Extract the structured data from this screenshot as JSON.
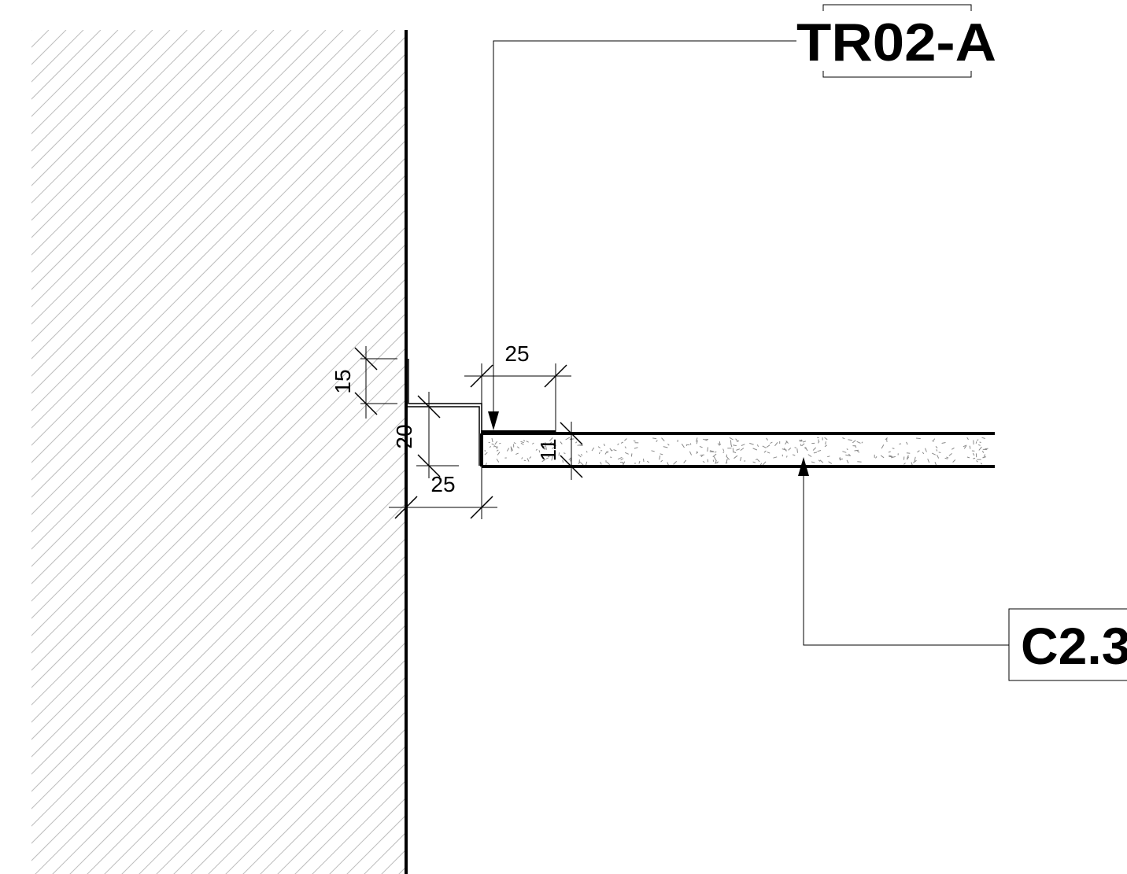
{
  "tags": {
    "top": "TR02-A",
    "right": "C2.3"
  },
  "dimensions": {
    "d15": "15",
    "d20": "20",
    "d25_top": "25",
    "d25_bottom": "25",
    "d11": "11"
  },
  "colors": {
    "line": "#000000",
    "hatch": "#bdbdbd",
    "speckle": "#8a8a8a",
    "background": "#ffffff"
  }
}
